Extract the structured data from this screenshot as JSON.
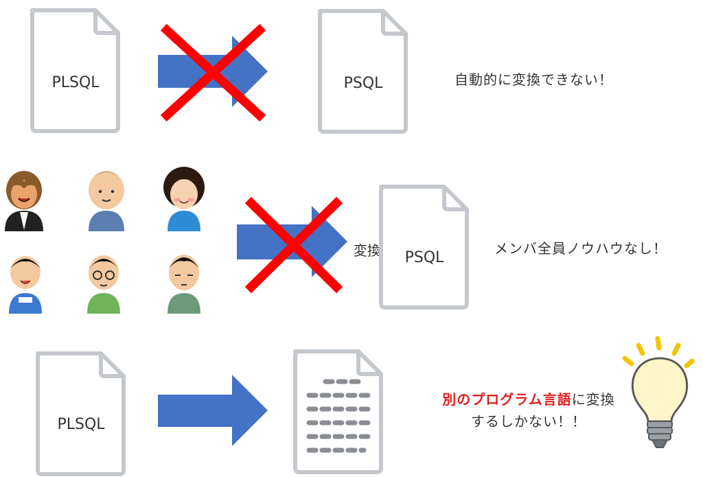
{
  "row1": {
    "source_doc": "PLSQL",
    "target_doc": "PSQL",
    "note": "自動的に変換できない！"
  },
  "row2": {
    "arrow_label": "変換",
    "target_doc": "PSQL",
    "note": "メンバ全員ノウハウなし！"
  },
  "row3": {
    "source_doc": "PLSQL",
    "note_highlight": "別のプログラム言語",
    "note_rest": "に変換",
    "note_line2": "するしかない！！"
  },
  "colors": {
    "arrow": "#4472c4",
    "cross": "#ff0000",
    "doc_border": "#bfc3c8",
    "highlight": "#e01e1e",
    "bulb": "#fdf6c8",
    "rays": "#f5c400"
  },
  "icons": [
    "document-icon",
    "arrow-right-icon",
    "cross-icon",
    "person-icon",
    "lightbulb-icon",
    "text-document-icon"
  ]
}
